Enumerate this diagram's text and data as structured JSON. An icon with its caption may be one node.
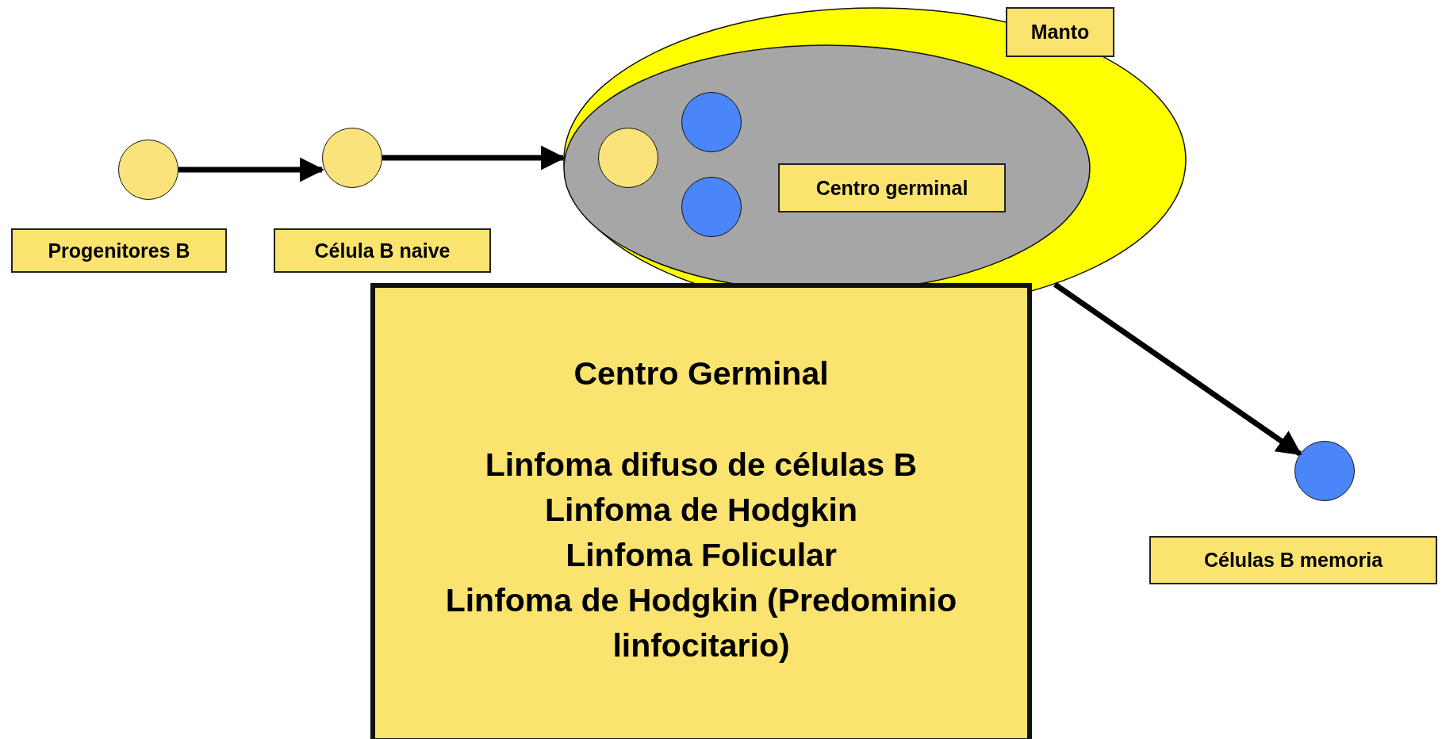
{
  "diagram": {
    "nodes": [
      {
        "text": [],
        "shape": "ellipse"
      },
      {
        "text": [
          "Manto"
        ]
      },
      {
        "text": [],
        "shape": "ellipse",
        "in": 0
      },
      {
        "text": [
          "Centro germinal"
        ],
        "in": 2
      },
      {
        "text": [],
        "shape": "circle",
        "in": 2
      },
      {
        "text": [],
        "shape": "circle",
        "in": 2
      },
      {
        "text": [],
        "shape": "circle",
        "in": 2
      },
      {
        "text": [],
        "shape": "circle"
      },
      {
        "text": [],
        "shape": "circle"
      },
      {
        "text": [
          "Progenitores B"
        ]
      },
      {
        "text": [
          "Célula B naive"
        ]
      },
      {
        "text": [
          "Centro Germinal",
          "Linfoma difuso de células B",
          "Linfoma de Hodgkin",
          "Linfoma Folicular",
          "Linfoma de Hodgkin (Predominio linfocitario)"
        ]
      },
      {
        "text": [],
        "shape": "circle"
      },
      {
        "text": [
          "Células B memoria"
        ]
      }
    ],
    "edges": [
      {
        "from": 7,
        "to": 8,
        "arrow": "to"
      },
      {
        "from": 8,
        "to": 2,
        "arrow": "to"
      },
      {
        "from": 0,
        "to": 12,
        "arrow": "to"
      }
    ]
  }
}
